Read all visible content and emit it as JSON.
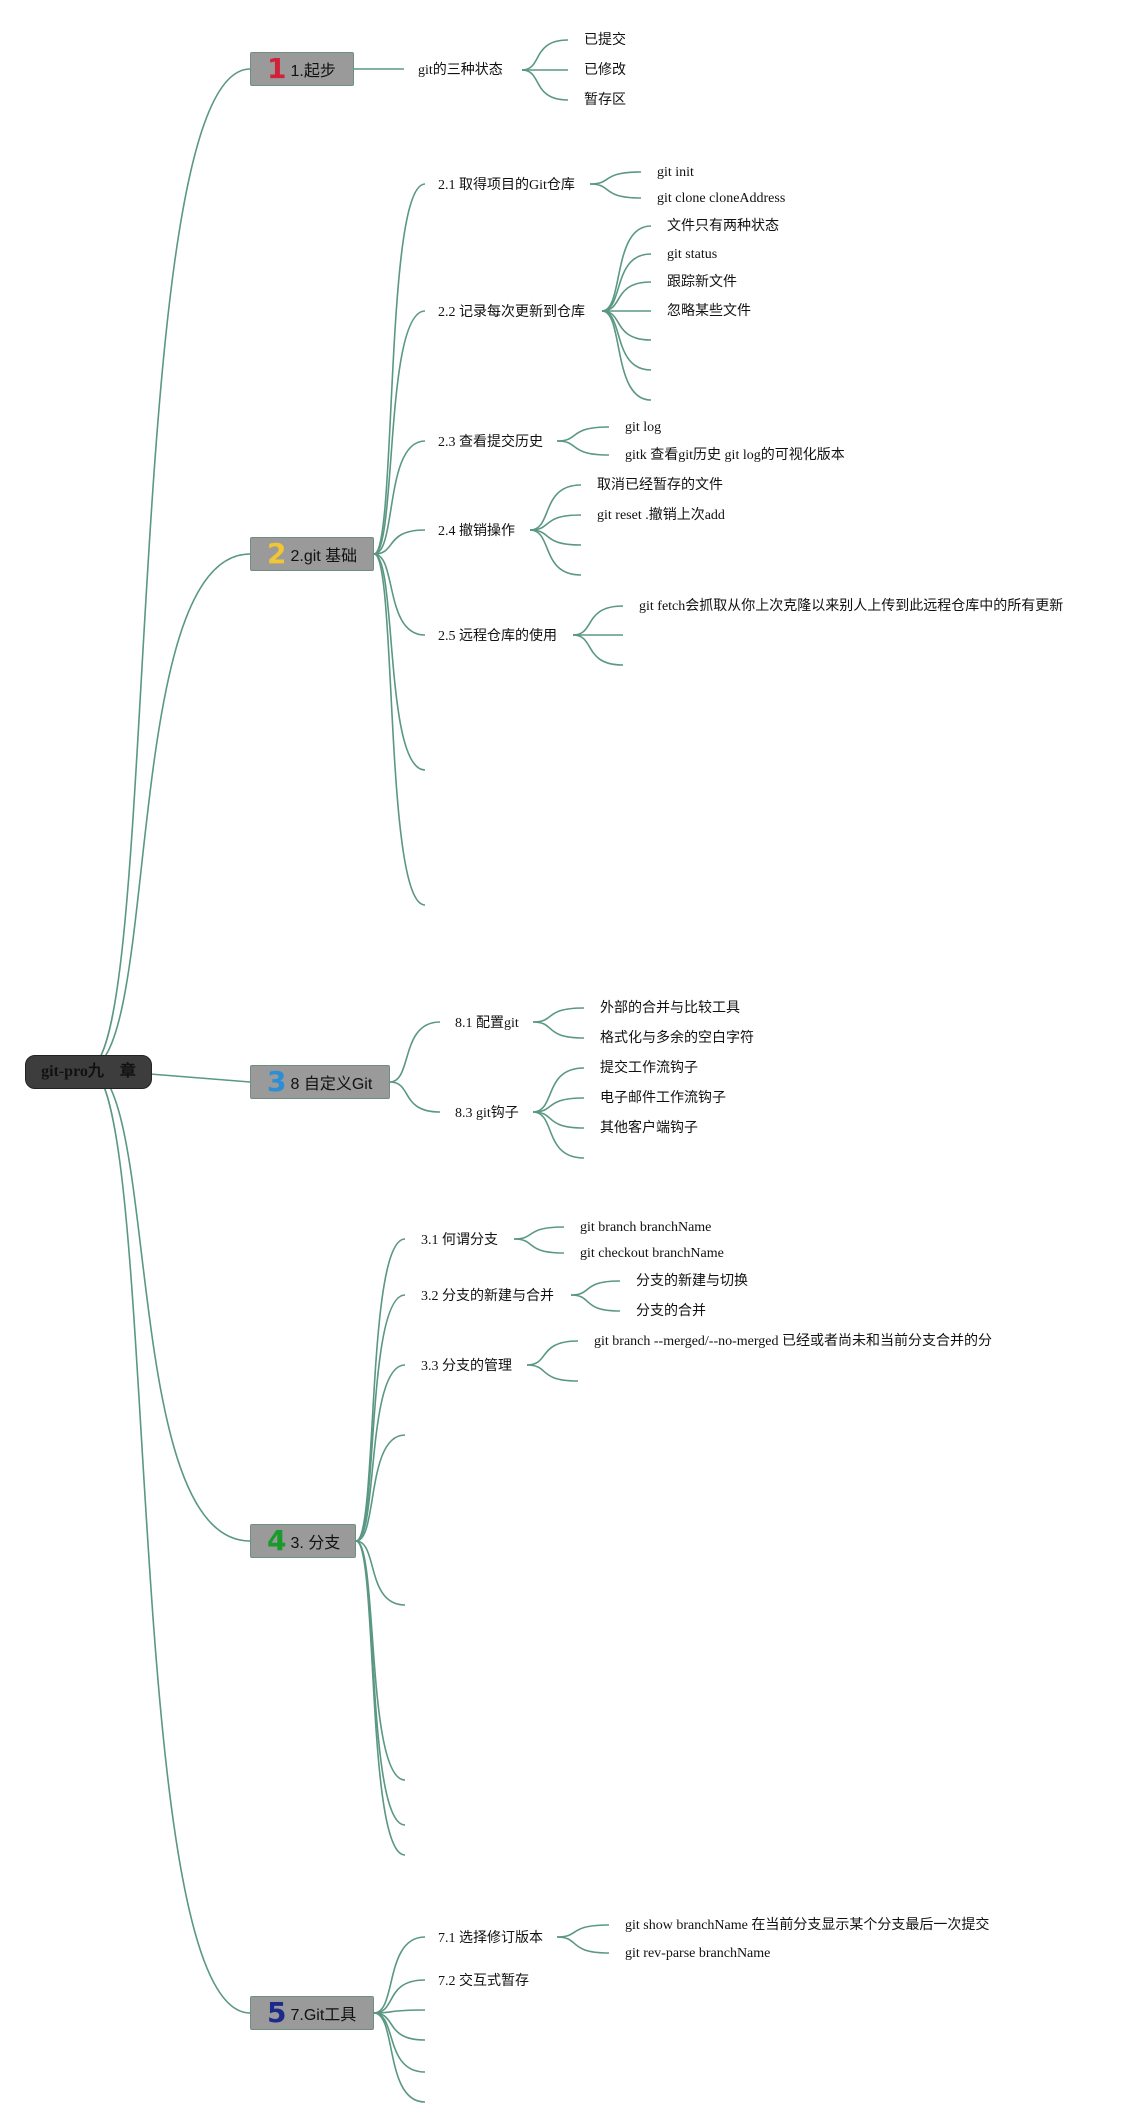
{
  "root": {
    "label": "git-pro九　章"
  },
  "colors": {
    "link": "#5a9784",
    "badge1": "#d0223a",
    "badge2": "#f2c534",
    "badge3": "#2b8fd6",
    "badge4": "#1a9a2a",
    "badge5": "#1d2a8a"
  },
  "sections": [
    {
      "num": "1",
      "label": "1.起步"
    },
    {
      "num": "2",
      "label": "2.git 基础"
    },
    {
      "num": "3",
      "label": "8 自定义Git"
    },
    {
      "num": "4",
      "label": "3. 分支"
    },
    {
      "num": "5",
      "label": "7.Git工具"
    }
  ],
  "s1": {
    "states": "git的三种状态",
    "leaves": [
      "已提交",
      "已修改",
      "暂存区"
    ]
  },
  "s2": {
    "t21": "2.1 取得项目的Git仓库",
    "t21_leaves": [
      "git init",
      "git clone cloneAddress"
    ],
    "t22": "2.2 记录每次更新到仓库",
    "t22_leaves": [
      "文件只有两种状态",
      "git status",
      "跟踪新文件",
      "忽略某些文件"
    ],
    "t23": "2.3 查看提交历史",
    "t23_leaves": [
      "git log",
      "gitk 查看git历史 git log的可视化版本"
    ],
    "t24": "2.4 撤销操作",
    "t24_leaves": [
      "取消已经暂存的文件",
      "git reset .撤销上次add"
    ],
    "t25": "2.5 远程仓库的使用",
    "t25_leaves": [
      "git fetch会抓取从你上次克隆以来别人上传到此远程仓库中的所有更新"
    ]
  },
  "s3": {
    "t81": "8.1 配置git",
    "t81_leaves": [
      "外部的合并与比较工具",
      "格式化与多余的空白字符"
    ],
    "t83": "8.3 git钩子",
    "t83_leaves": [
      "提交工作流钩子",
      "电子邮件工作流钩子",
      "其他客户端钩子"
    ]
  },
  "s4": {
    "t31": "3.1 何谓分支",
    "t31_leaves": [
      "git branch branchName",
      "git checkout branchName"
    ],
    "t32": "3.2 分支的新建与合并",
    "t32_leaves": [
      "分支的新建与切换",
      "分支的合并"
    ],
    "t33": "3.3 分支的管理",
    "t33_leaves": [
      "git branch --merged/--no-merged 已经或者尚未和当前分支合并的分"
    ]
  },
  "s5": {
    "t71": "7.1 选择修订版本",
    "t71_leaves": [
      "git show branchName 在当前分支显示某个分支最后一次提交",
      "git rev-parse branchName"
    ],
    "t72": "7.2 交互式暂存"
  }
}
